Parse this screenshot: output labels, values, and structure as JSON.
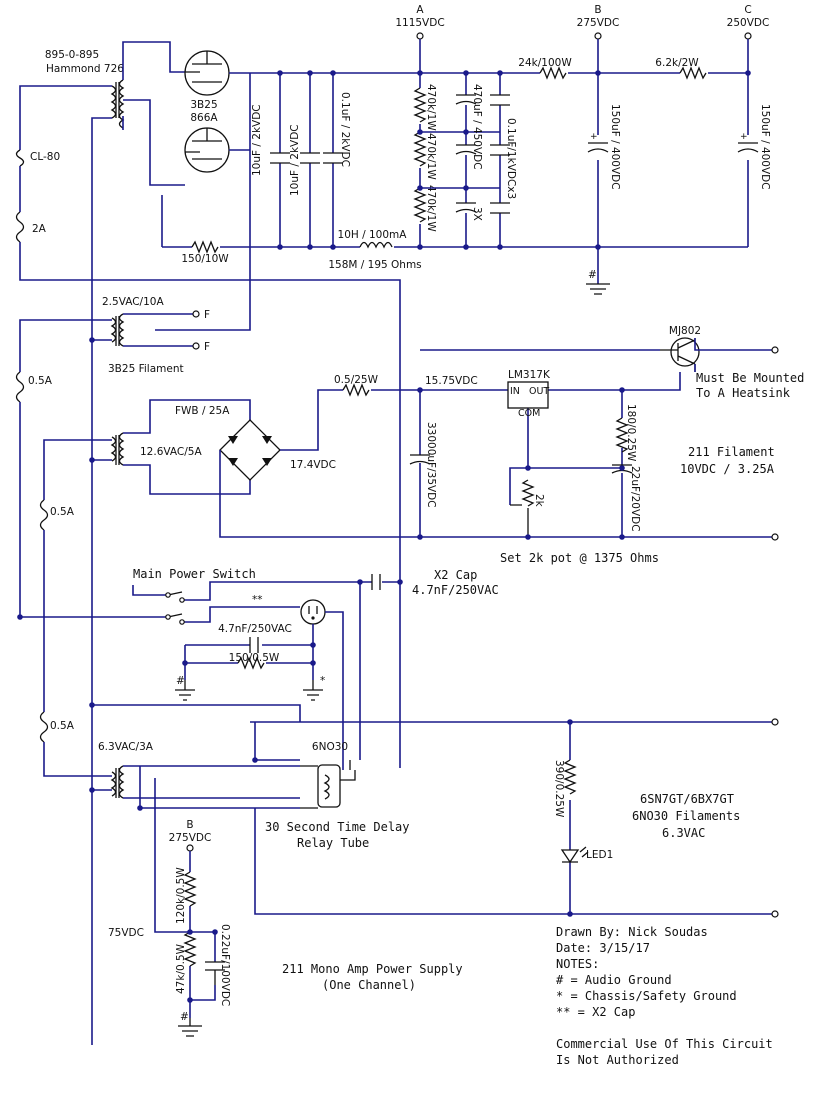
{
  "nodes": {
    "a_letter": "A",
    "a_volt": "1115VDC",
    "b_letter": "B",
    "b_volt": "275VDC",
    "c_letter": "C",
    "c_volt": "250VDC",
    "b2_letter": "B",
    "b2_volt": "275VDC"
  },
  "hv": {
    "xfmr_line1": "895-0-895",
    "xfmr_line2": "Hammond 726",
    "tube_line1": "3B25",
    "tube_line2": "866A",
    "fuse1": "CL-80",
    "fuse2": "2A",
    "cap1": "10uF / 2kVDC",
    "cap2": "10uF / 2kVDC",
    "cap3": "0.1uF / 2kVDC",
    "r_bleed1": "470k/1W",
    "r_bleed2": "470k/1W",
    "r_bleed3": "470k/1W",
    "cap_elec": "470uF / 450VDC",
    "cap_elec_count": "3X",
    "cap_film": "0.1uF/1kVDCx3",
    "r_series": "24k/100W",
    "r_series2": "6.2k/2W",
    "cap_b": "150uF / 400VDC",
    "cap_c": "150uF / 400VDC",
    "r_input": "150/10W",
    "choke": "10H / 100mA",
    "choke_part": "158M / 195 Ohms"
  },
  "filament": {
    "xfmr": "2.5VAC/10A",
    "f1": "F",
    "f2": "F",
    "label": "3B25 Filament"
  },
  "reg": {
    "fuse": "0.5A",
    "xfmr": "12.6VAC/5A",
    "bridge": "FWB / 25A",
    "dc_in": "17.4VDC",
    "r_drop": "0.5/25W",
    "v_in": "15.75VDC",
    "ic": "LM317K",
    "pin_in": "IN",
    "pin_out": "OUT",
    "pin_com": "COM",
    "cap_big": "33000uF/35VDC",
    "r_set": "180/0.25W",
    "cap_out": "22uF/20VDC",
    "pot": "2k",
    "transistor": "MJ802",
    "note1": "Must Be Mounted",
    "note2": "To A Heatsink",
    "out1": "211 Filament",
    "out2": "10VDC / 3.25A",
    "pot_note": "Set 2k pot @ 1375 Ohms"
  },
  "mains": {
    "switch": "Main Power Switch",
    "x2a": "X2 Cap",
    "x2b": "4.7nF/250VAC",
    "star2": "**",
    "cap": "4.7nF/250VAC",
    "res": "150/0.5W",
    "gnd_audio": "#",
    "gnd_chassis": "*"
  },
  "heater": {
    "fuse": "0.5A",
    "fuse_mains": "0.5A",
    "xfmr": "6.3VAC/3A",
    "relay": "6NO30",
    "relay_note1": "30 Second Time Delay",
    "relay_note2": "Relay Tube",
    "r_led": "390/0.25W",
    "led": "LED1",
    "lbl1": "6SN7GT/6BX7GT",
    "lbl2": "6NO30 Filaments",
    "lbl3": "6.3VAC"
  },
  "divider": {
    "v_mid": "75VDC",
    "r1": "120k/0.5W",
    "r2": "47k/0.5W",
    "cap": "0.22uF/100VDC",
    "gnd": "#"
  },
  "footer": {
    "title1": "211 Mono Amp Power Supply",
    "title2": "(One Channel)",
    "notes": [
      "Drawn By: Nick Soudas",
      "Date: 3/15/17",
      "NOTES:",
      "# = Audio Ground",
      "* = Chassis/Safety Ground",
      "** = X2 Cap",
      "",
      "Commercial Use Of This Circuit",
      "Is Not Authorized"
    ]
  },
  "gnd_hv": "#"
}
